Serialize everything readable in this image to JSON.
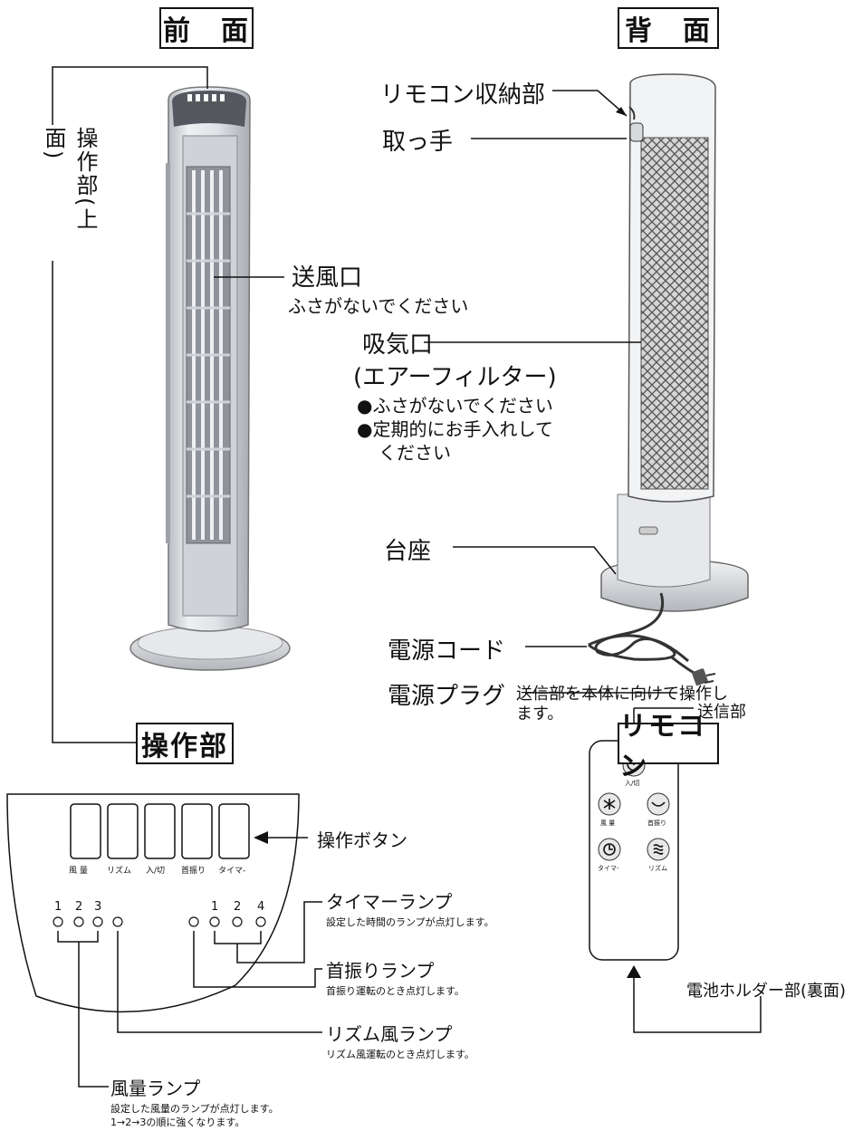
{
  "front": {
    "title": "前　面",
    "control_top_label": "操作部(上面)",
    "outlet_label": "送風口",
    "outlet_note": "ふさがないでください"
  },
  "back": {
    "title": "背　面",
    "remote_storage_label": "リモコン収納部",
    "handle_label": "取っ手",
    "intake_label": "吸気口",
    "intake_sub": "(エアーフィルター)",
    "intake_note1": "●ふさがないでください",
    "intake_note2": "●定期的にお手入れして",
    "intake_note3": "ください",
    "base_label": "台座",
    "cord_label": "電源コード",
    "plug_label": "電源プラグ"
  },
  "panel": {
    "title": "操作部",
    "buttons": [
      "風 量",
      "リズム",
      "入/切",
      "首振り",
      "タイマ-"
    ],
    "buttons_label": "操作ボタン",
    "fan_nums": [
      "1",
      "2",
      "3"
    ],
    "timer_nums": [
      "1",
      "2",
      "4"
    ],
    "timer_lamp_label": "タイマーランプ",
    "timer_lamp_note": "設定した時間のランプが点灯します。",
    "swing_lamp_label": "首振りランプ",
    "swing_lamp_note": "首振り運転のとき点灯します。",
    "rhythm_lamp_label": "リズム風ランプ",
    "rhythm_lamp_note": "リズム風運転のとき点灯します。",
    "fan_lamp_label": "風量ランプ",
    "fan_lamp_note1": "設定した風量のランプが点灯します。",
    "fan_lamp_note2": "1→2→3の順に強くなります。"
  },
  "remote": {
    "title": "リモコン",
    "instruction1": "送信部を本体に向けて操作し",
    "instruction2": "ます。",
    "transmitter_label": "送信部",
    "power_label": "入/切",
    "fan_label": "風 量",
    "swing_label": "首振り",
    "timer_label": "タイマ-",
    "rhythm_label": "リズム",
    "battery_label": "電池ホルダー部(裏面)"
  }
}
